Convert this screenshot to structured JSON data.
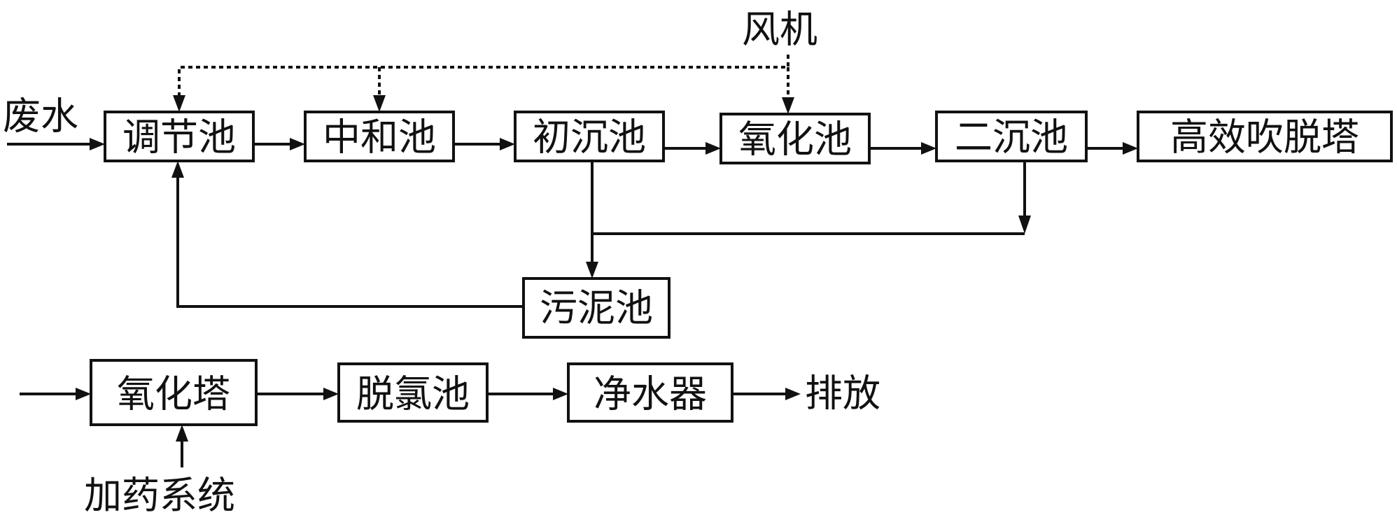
{
  "labels": {
    "input_wastewater": "废水",
    "blower": "风机",
    "chemical_dosing": "加药系统",
    "discharge": "排放"
  },
  "nodes": {
    "regulating_tank": "调节池",
    "neutralization_tank": "中和池",
    "primary_sedimentation_tank": "初沉池",
    "oxidation_tank": "氧化池",
    "secondary_sedimentation_tank": "二沉池",
    "stripping_tower": "高效吹脱塔",
    "sludge_tank": "污泥池",
    "oxidation_tower": "氧化塔",
    "dechlorination_tank": "脱氯池",
    "water_purifier": "净水器"
  }
}
